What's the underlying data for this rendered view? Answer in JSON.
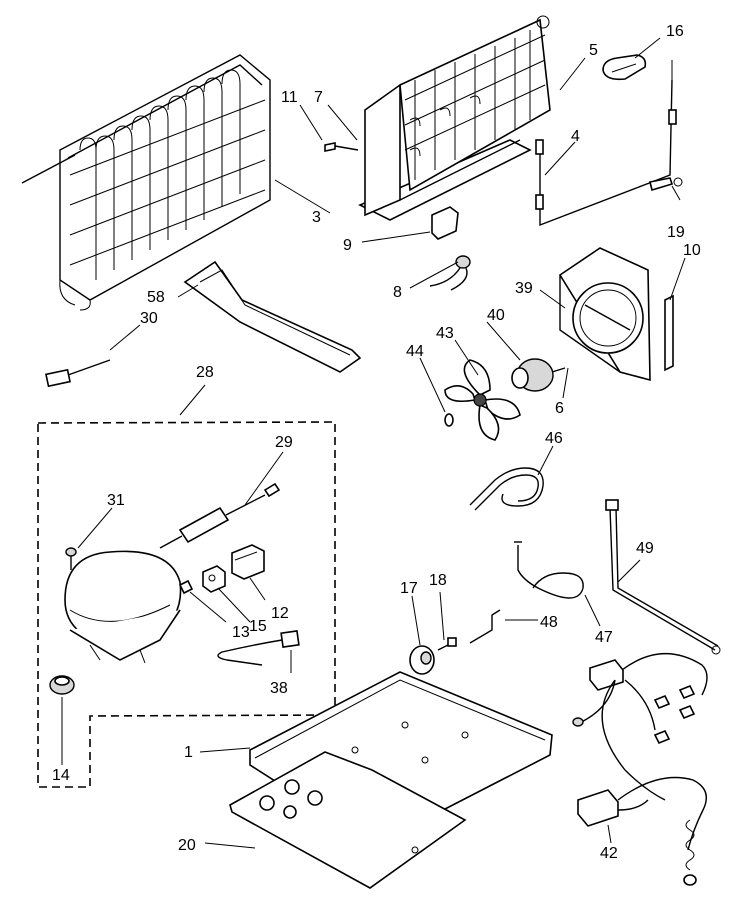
{
  "callouts": [
    {
      "id": "c1",
      "text": "1"
    },
    {
      "id": "c3",
      "text": "3"
    },
    {
      "id": "c4",
      "text": "4"
    },
    {
      "id": "c5",
      "text": "5"
    },
    {
      "id": "c6",
      "text": "6"
    },
    {
      "id": "c7",
      "text": "7"
    },
    {
      "id": "c8",
      "text": "8"
    },
    {
      "id": "c9",
      "text": "9"
    },
    {
      "id": "c10",
      "text": "10"
    },
    {
      "id": "c11",
      "text": "11"
    },
    {
      "id": "c12",
      "text": "12"
    },
    {
      "id": "c13",
      "text": "13"
    },
    {
      "id": "c14",
      "text": "14"
    },
    {
      "id": "c15",
      "text": "15"
    },
    {
      "id": "c16",
      "text": "16"
    },
    {
      "id": "c17",
      "text": "17"
    },
    {
      "id": "c18",
      "text": "18"
    },
    {
      "id": "c19",
      "text": "19"
    },
    {
      "id": "c20",
      "text": "20"
    },
    {
      "id": "c28",
      "text": "28"
    },
    {
      "id": "c29",
      "text": "29"
    },
    {
      "id": "c30",
      "text": "30"
    },
    {
      "id": "c31",
      "text": "31"
    },
    {
      "id": "c38",
      "text": "38"
    },
    {
      "id": "c39",
      "text": "39"
    },
    {
      "id": "c40",
      "text": "40"
    },
    {
      "id": "c42",
      "text": "42"
    },
    {
      "id": "c43",
      "text": "43"
    },
    {
      "id": "c44",
      "text": "44"
    },
    {
      "id": "c46",
      "text": "46"
    },
    {
      "id": "c47",
      "text": "47"
    },
    {
      "id": "c48",
      "text": "48"
    },
    {
      "id": "c49",
      "text": "49"
    },
    {
      "id": "c58",
      "text": "58"
    }
  ]
}
